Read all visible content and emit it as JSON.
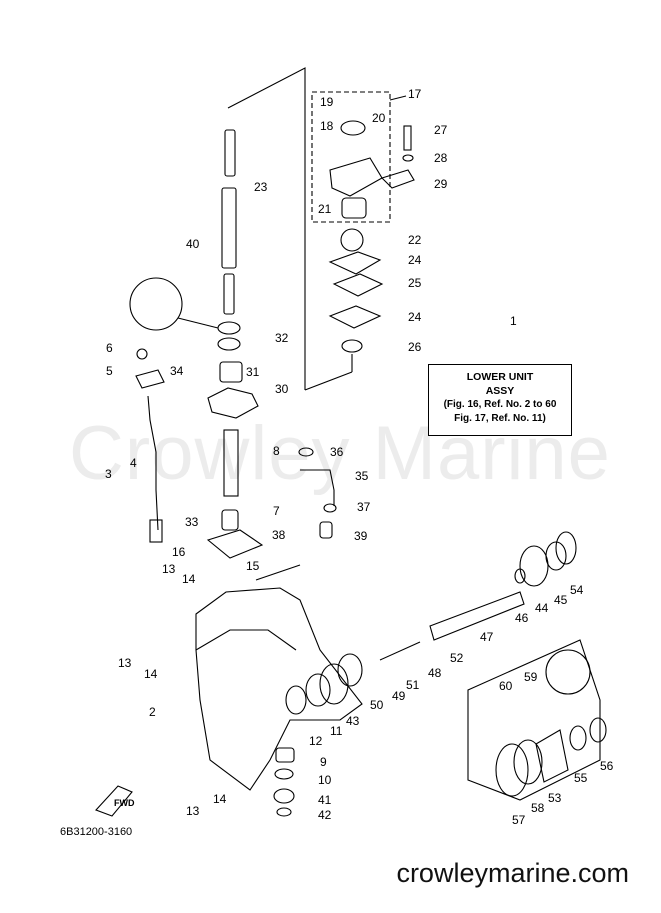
{
  "watermark": "Crowley Marine",
  "footer_url": "crowleymarine.com",
  "diagram_code": "6B31200-3160",
  "info_box": {
    "title": "LOWER UNIT",
    "subtitle": "ASSY",
    "ref1": "(Fig. 16, Ref. No. 2 to 60",
    "ref2": "Fig. 17, Ref. No. 11)"
  },
  "fwd_label": "FWD",
  "callouts": [
    "1",
    "2",
    "3",
    "4",
    "5",
    "6",
    "7",
    "8",
    "9",
    "10",
    "11",
    "12",
    "13",
    "13",
    "13",
    "14",
    "14",
    "14",
    "15",
    "16",
    "17",
    "18",
    "19",
    "20",
    "21",
    "22",
    "23",
    "24",
    "24",
    "25",
    "26",
    "27",
    "28",
    "29",
    "30",
    "31",
    "32",
    "33",
    "34",
    "35",
    "36",
    "37",
    "38",
    "39",
    "40",
    "41",
    "42",
    "43",
    "44",
    "45",
    "46",
    "47",
    "48",
    "49",
    "50",
    "51",
    "52",
    "53",
    "54",
    "55",
    "56",
    "57",
    "58",
    "59",
    "60"
  ]
}
